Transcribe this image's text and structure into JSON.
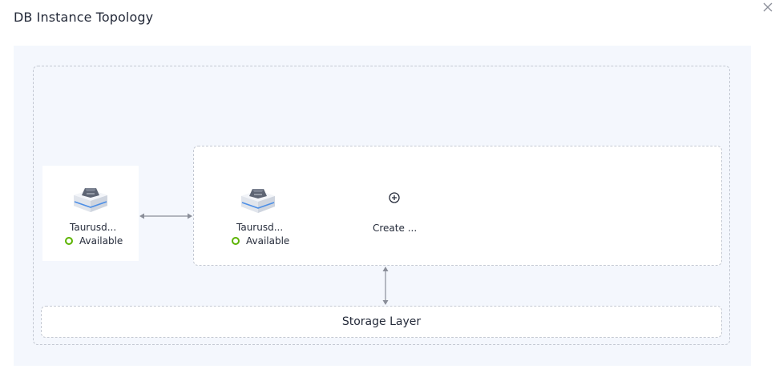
{
  "dialog": {
    "title": "DB Instance Topology",
    "close_icon": "close-icon"
  },
  "primary": {
    "name": "Taurusd...",
    "status": "Available",
    "icon": "database-node-icon"
  },
  "replicas": [
    {
      "name": "Taurusd...",
      "status": "Available",
      "icon": "database-node-icon"
    }
  ],
  "create": {
    "label": "Create ...",
    "icon": "plus-circle-icon"
  },
  "storage": {
    "label": "Storage Layer"
  },
  "colors": {
    "status_available": "#5cb300",
    "canvas_bg": "#f4f7fd",
    "border_dashed": "#c4c9d3",
    "connector": "#8a8e99"
  }
}
